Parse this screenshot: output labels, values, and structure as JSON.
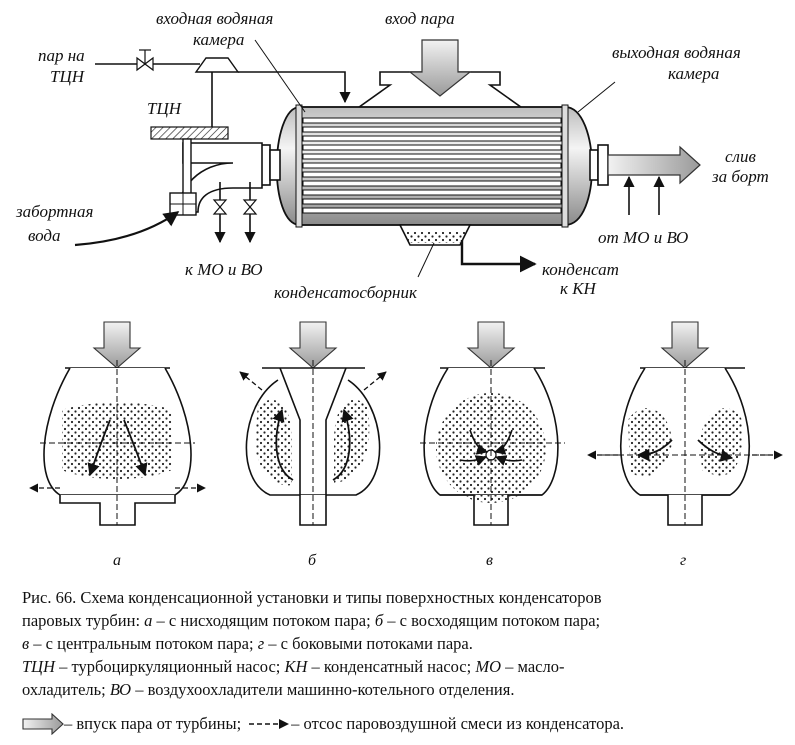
{
  "labels": {
    "steam_bypass": "пар на",
    "steam_bypass2": "ТЦН",
    "inlet_chamber": "входная водяная",
    "inlet_chamber2": "камера",
    "steam_inlet": "вход пара",
    "outlet_chamber": "выходная водяная",
    "outlet_chamber2": "камера",
    "tcn": "ТЦН",
    "sea_water": "забортная",
    "sea_water2": "вода",
    "to_mo_vo": "к МО и ВО",
    "from_mo_vo": "от МО и ВО",
    "overboard": "слив",
    "overboard2": "за борт",
    "condensate": "конденсат",
    "condensate2": "к КН",
    "hotwell": "конденсатосборник"
  },
  "variants": [
    "а",
    "б",
    "в",
    "г"
  ],
  "caption": {
    "line1": "Рис. 66. Схема конденсационной установки и типы поверхностных конденсаторов",
    "l2a": "паровых турбин: ",
    "l2b": "а",
    "l2c": " – с нисходящим потоком пара;  ",
    "l2d": "б",
    "l2e": " – с восходящим потоком пара;",
    "l3a": "в",
    "l3b": " – с центральным потоком пара;  ",
    "l3c": "г",
    "l3d": " – с боковыми потоками пара.",
    "l4a": "ТЦН",
    "l4b": "  – турбоциркуляционный насос;  ",
    "l4c": "КН",
    "l4d": "  – конденсатный насос;  ",
    "l4e": "МО",
    "l4f": "  – масло-",
    "l5a": "охладитель;  ",
    "l5b": "ВО",
    "l5c": "  – воздухоохладители машинно-котельного отделения."
  },
  "legend": {
    "steam_inlet_text": "– впуск пара от турбины;",
    "air_suction_text": "– отсос паровоздушной смеси из конденсатора."
  }
}
